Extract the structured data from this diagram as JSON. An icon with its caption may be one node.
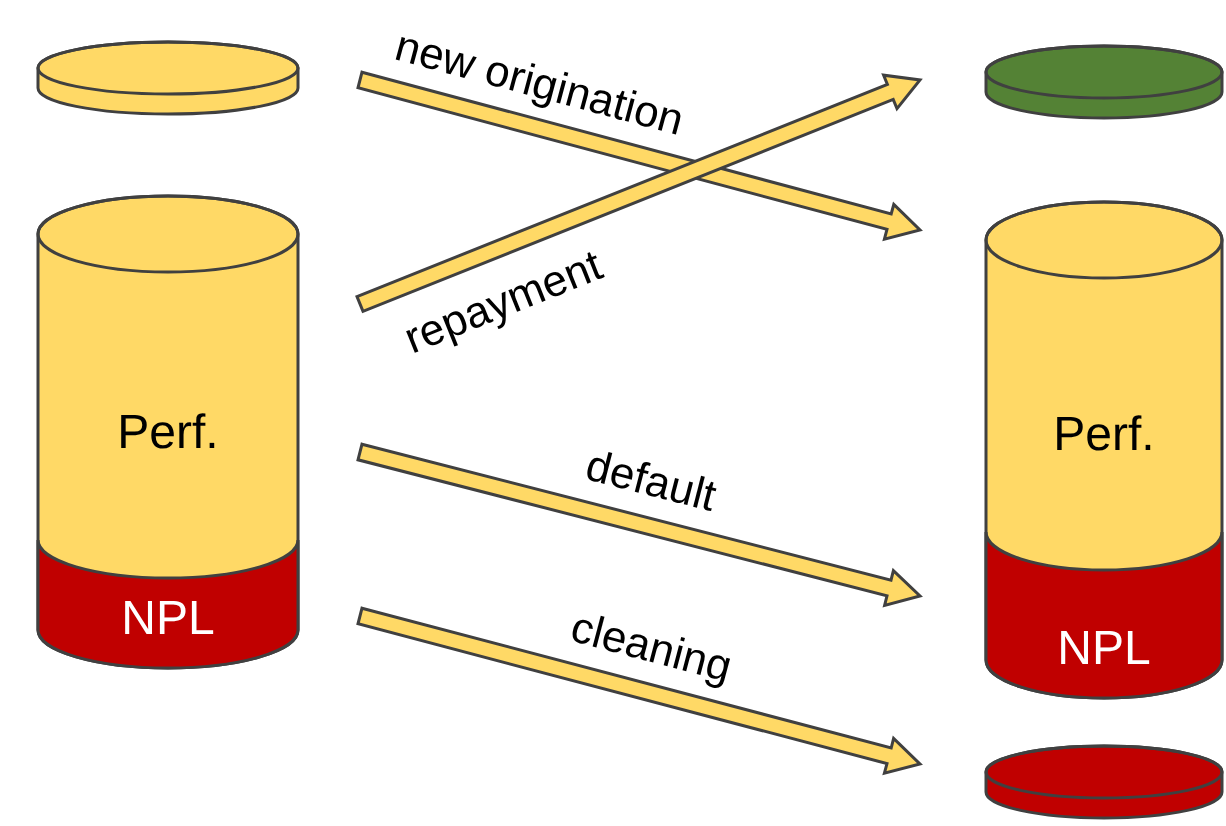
{
  "diagram": {
    "nodes": [
      {
        "text": [],
        "shape": "cylinder"
      },
      {
        "text": [
          "Perf.",
          "NPL"
        ]
      },
      {
        "text": [],
        "shape": "cylinder"
      },
      {
        "text": [
          "Perf.",
          "NPL"
        ]
      },
      {
        "text": [],
        "shape": "cylinder"
      }
    ],
    "edges": [
      {
        "from": 0,
        "to": 3,
        "arrow": "to",
        "label": "new origination"
      },
      {
        "from": 1,
        "to": 2,
        "arrow": "to",
        "label": "repayment"
      },
      {
        "from": 1,
        "to": 3,
        "arrow": "to",
        "label": "default"
      },
      {
        "from": 1,
        "to": 4,
        "arrow": "to",
        "label": "cleaning"
      }
    ]
  }
}
